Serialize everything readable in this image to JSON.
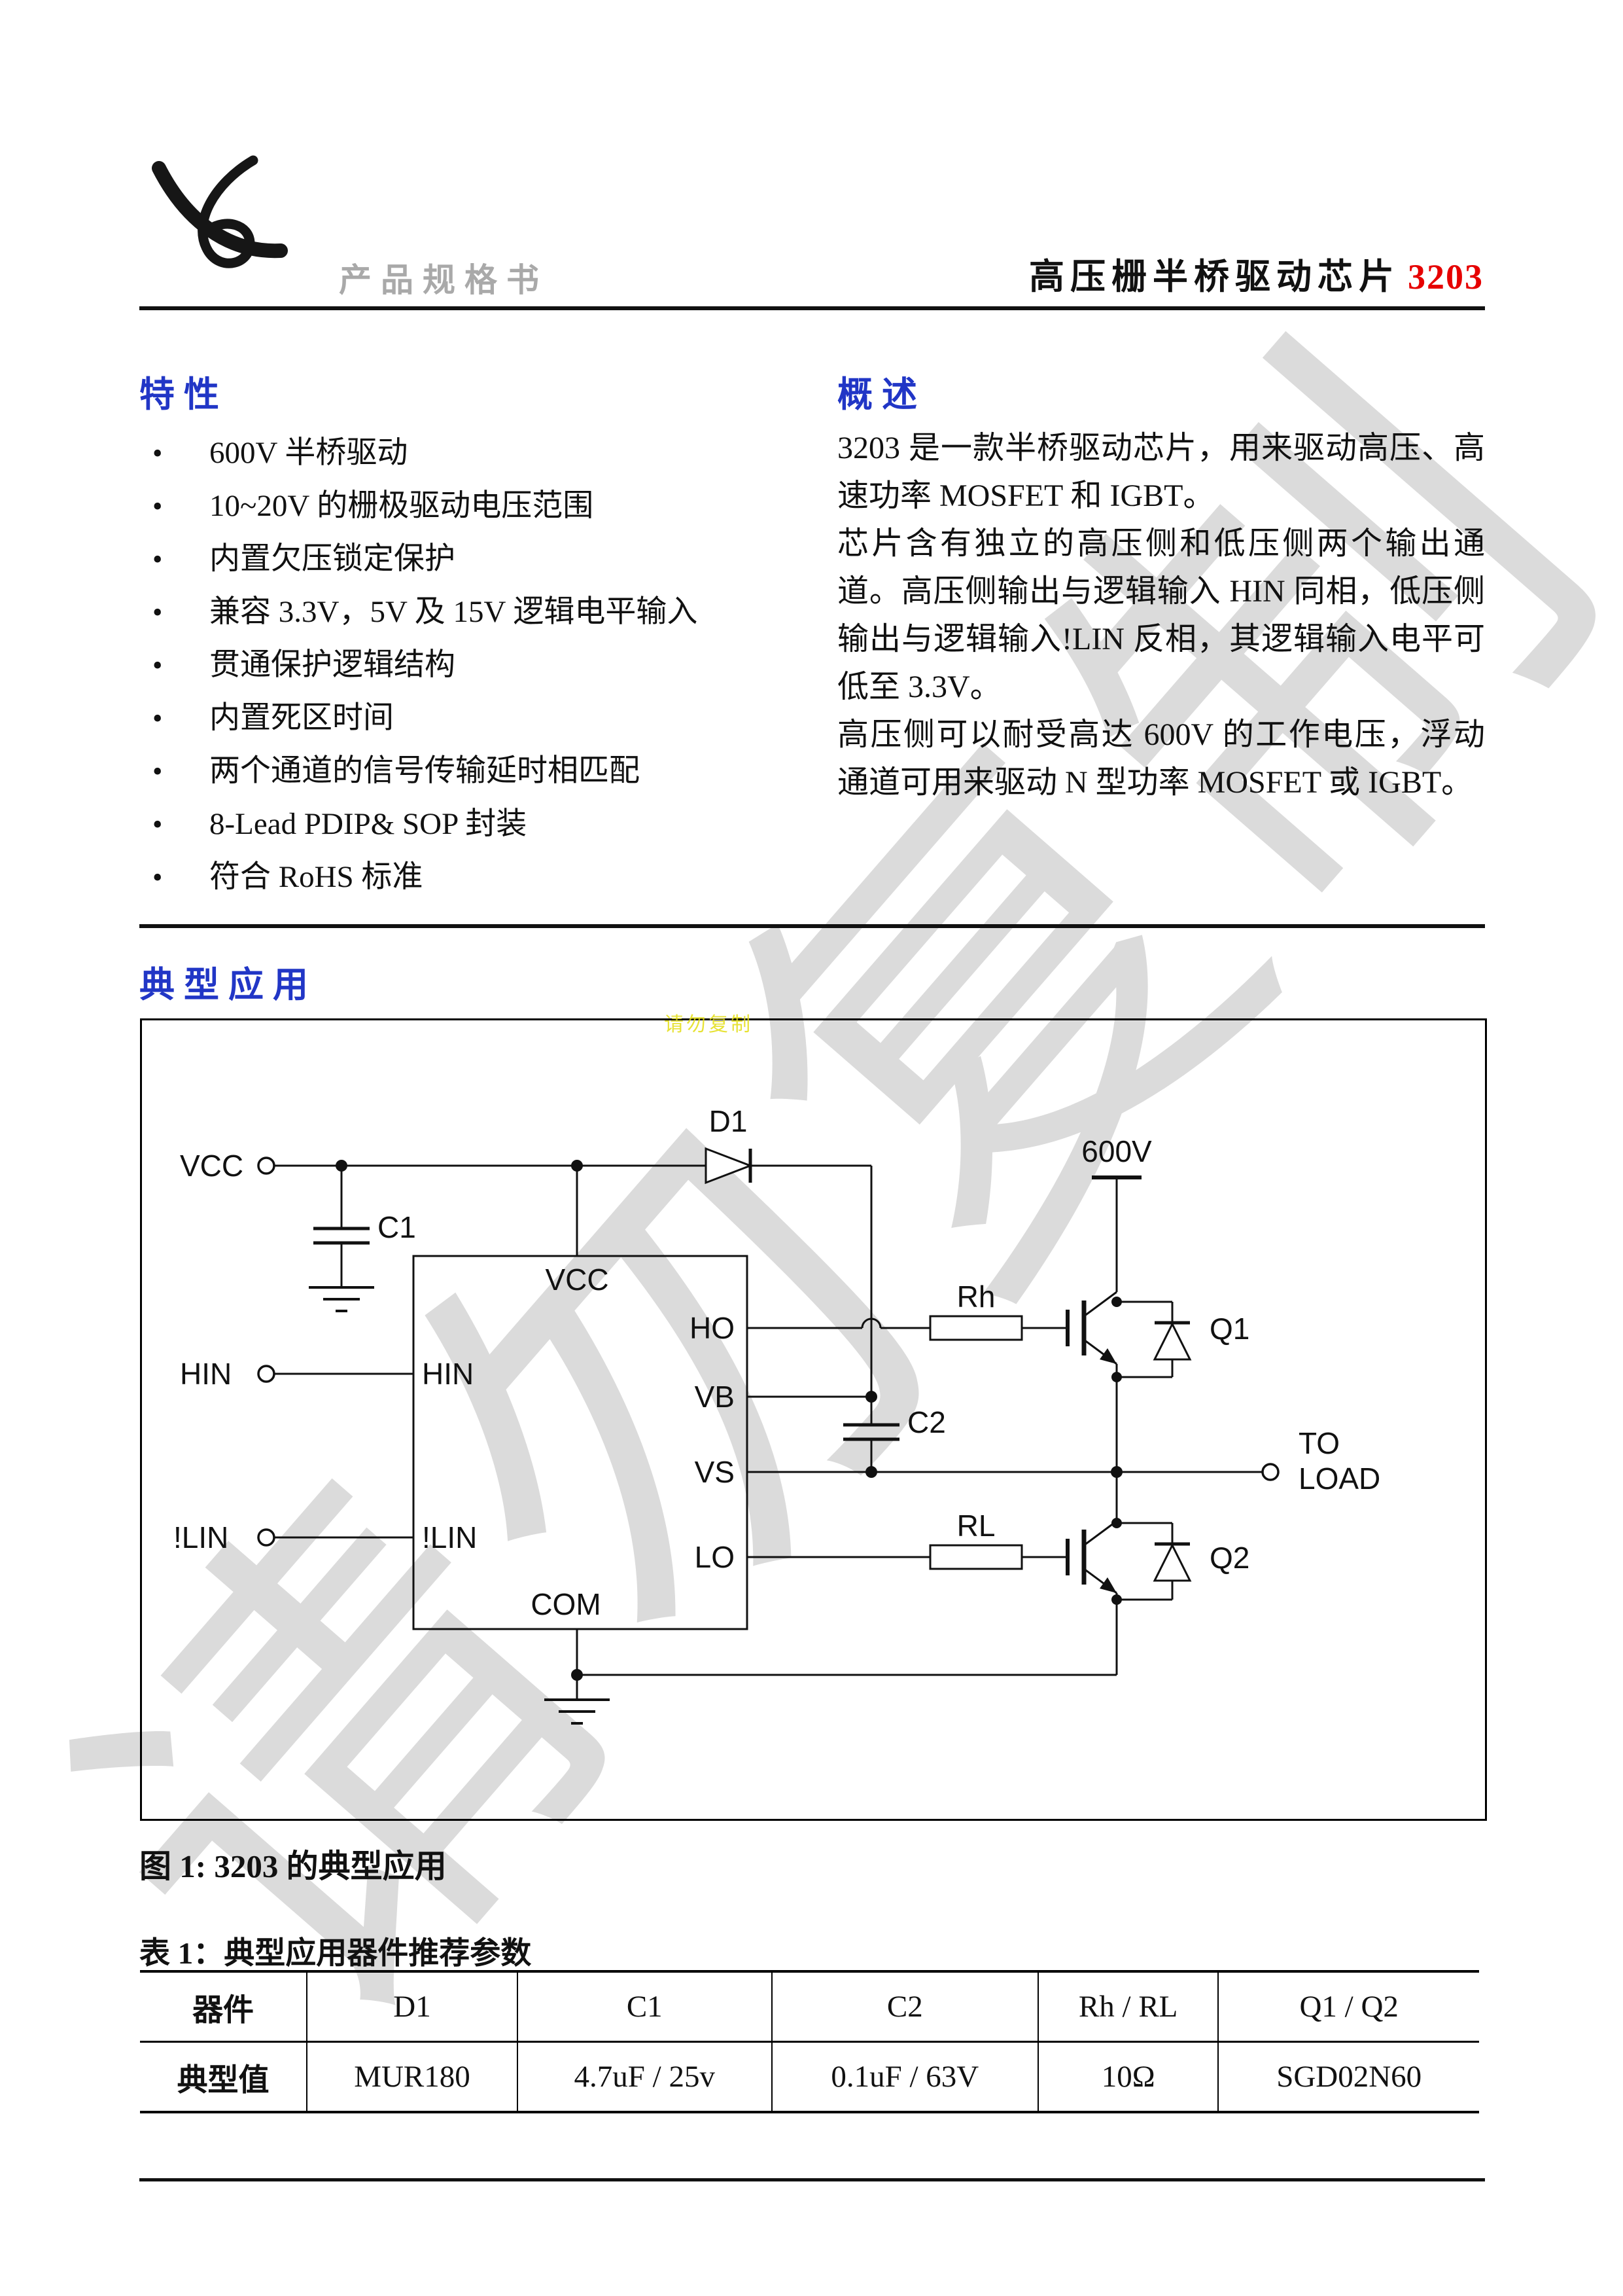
{
  "header": {
    "doc_type": "产品规格书",
    "title": "高压栅半桥驱动芯片",
    "part_number": "3203"
  },
  "features": {
    "heading": "特性",
    "items": [
      "600V 半桥驱动",
      "10~20V 的栅极驱动电压范围",
      "内置欠压锁定保护",
      "兼容 3.3V，5V 及 15V 逻辑电平输入",
      "贯通保护逻辑结构",
      "内置死区时间",
      "两个通道的信号传输延时相匹配",
      "8-Lead PDIP& SOP 封装",
      "符合 RoHS 标准"
    ]
  },
  "overview": {
    "heading": "概述",
    "paragraphs": [
      "3203 是一款半桥驱动芯片，用来驱动高压、高速功率 MOSFET 和 IGBT。",
      "芯片含有独立的高压侧和低压侧两个输出通道。高压侧输出与逻辑输入 HIN 同相，低压侧输出与逻辑输入!LIN 反相，其逻辑输入电平可低至 3.3V。",
      "高压侧可以耐受高达 600V 的工作电压，浮动通道可用来驱动 N 型功率 MOSFET 或 IGBT。"
    ]
  },
  "application": {
    "heading": "典型应用",
    "figure_caption": "图 1: 3203 的典型应用",
    "watermark": "请勿复制",
    "watermark_small": "请勿复制"
  },
  "circuit": {
    "vcc": "VCC",
    "hin": "HIN",
    "lin": "!LIN",
    "d1": "D1",
    "c1": "C1",
    "c2": "C2",
    "rh": "Rh",
    "rl": "RL",
    "q1": "Q1",
    "q2": "Q2",
    "hv": "600V",
    "to": "TO",
    "load": "LOAD",
    "chip": {
      "vcc": "VCC",
      "ho": "HO",
      "vb": "VB",
      "vs": "VS",
      "lo": "LO",
      "com": "COM",
      "hin": "HIN",
      "lin": "!LIN"
    }
  },
  "table": {
    "caption": "表 1：典型应用器件推荐参数",
    "headers": [
      "器件",
      "D1",
      "C1",
      "C2",
      "Rh / RL",
      "Q1 / Q2"
    ],
    "rows": [
      [
        "典型值",
        "MUR180",
        "4.7uF / 25v",
        "0.1uF / 63V",
        "10Ω",
        "SGD02N60"
      ]
    ]
  },
  "colors": {
    "accent_blue": "#2136c6",
    "part_red": "#e60000"
  }
}
